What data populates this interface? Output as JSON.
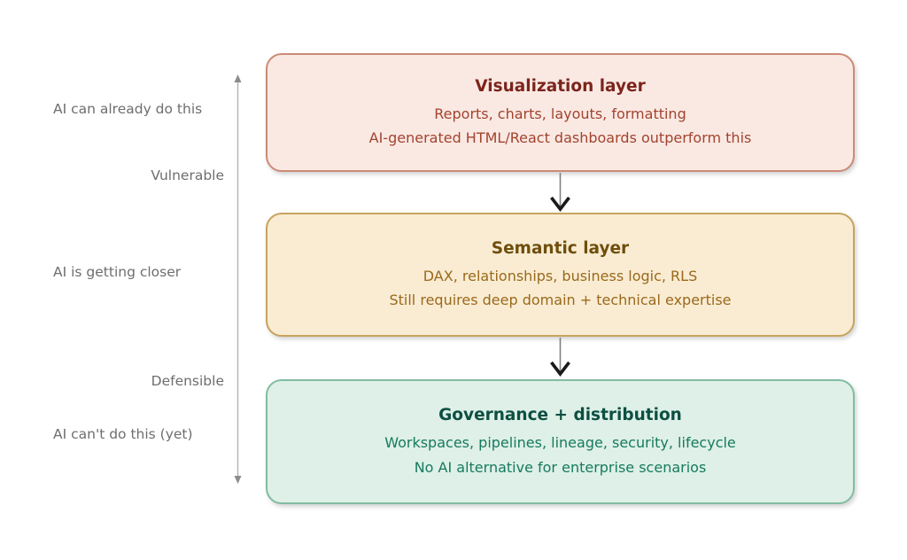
{
  "canvas": {
    "background": "#ffffff"
  },
  "axis": {
    "line_color": "#b3b3b3",
    "arrowhead_color": "#8c8c8c",
    "label_color": "#6e6e6e",
    "labels": {
      "top": "AI can already do this",
      "upper_mid": "Vulnerable",
      "middle": "AI is getting closer",
      "lower_mid": "Defensible",
      "bottom": "AI can't do this (yet)"
    }
  },
  "layers": [
    {
      "title": "Visualization layer",
      "line1": "Reports, charts, layouts, formatting",
      "line2": "AI-generated HTML/React dashboards outperform this",
      "fill": "#fae9e3",
      "border": "#cb8b76",
      "title_color": "#7b241c",
      "text_color": "#a2432f"
    },
    {
      "title": "Semantic layer",
      "line1": "DAX, relationships, business logic, RLS",
      "line2": "Still requires deep domain + technical expertise",
      "fill": "#f9ecd3",
      "border": "#c8a35e",
      "title_color": "#6f4e0c",
      "text_color": "#9a691b"
    },
    {
      "title": "Governance + distribution",
      "line1": "Workspaces, pipelines, lineage, security, lifecycle",
      "line2": "No AI alternative for enterprise scenarios",
      "fill": "#def0e7",
      "border": "#82bca2",
      "title_color": "#0d4f42",
      "text_color": "#177a5f"
    }
  ],
  "connectors": {
    "line_color": "#808080",
    "arrowhead_color": "#1a1a1a"
  }
}
